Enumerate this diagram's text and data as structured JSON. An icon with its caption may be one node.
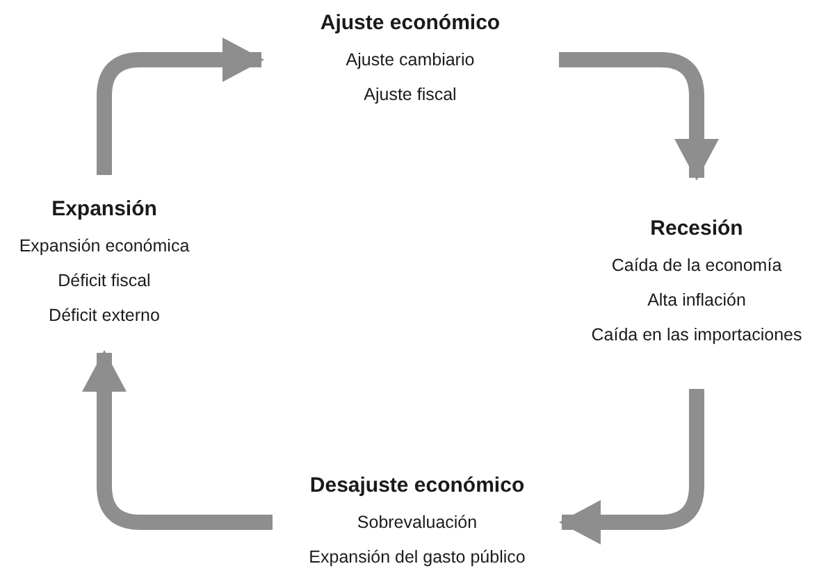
{
  "diagram": {
    "nodes": [
      {
        "text": [
          "Ajuste económico",
          "Ajuste cambiario",
          "Ajuste fiscal"
        ]
      },
      {
        "text": [
          "Recesión",
          "Caída de la economía",
          "Alta inflación",
          "Caída en las importaciones"
        ]
      },
      {
        "text": [
          "Desajuste económico",
          "Sobrevaluación",
          "Expansión del gasto público"
        ]
      },
      {
        "text": [
          "Expansión",
          "Expansión económica",
          "Déficit fiscal",
          "Déficit externo"
        ]
      }
    ],
    "edges": [
      {
        "from": 3,
        "to": 0,
        "arrow": "to"
      },
      {
        "from": 0,
        "to": 1,
        "arrow": "to"
      },
      {
        "from": 1,
        "to": 2,
        "arrow": "to"
      },
      {
        "from": 2,
        "to": 3,
        "arrow": "to"
      }
    ]
  }
}
